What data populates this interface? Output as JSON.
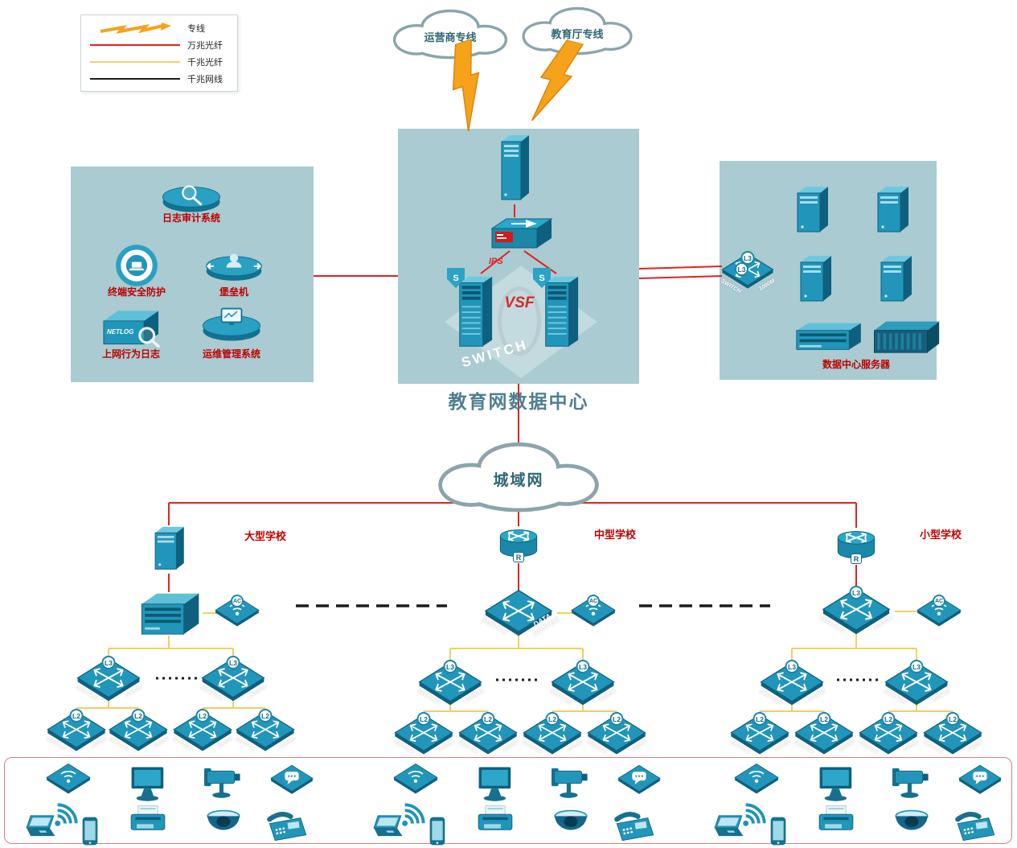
{
  "legend": {
    "items": [
      {
        "label": "专线",
        "type": "lightning",
        "color": "#f6a21b"
      },
      {
        "label": "万兆光纤",
        "type": "line",
        "color": "#e32222"
      },
      {
        "label": "千兆光纤",
        "type": "line",
        "color": "#f2cf63"
      },
      {
        "label": "千兆网线",
        "type": "line",
        "color": "#1c1c1c"
      }
    ]
  },
  "clouds": {
    "carrier": "运营商专线",
    "education": "教育厅专线",
    "man": "城域网"
  },
  "datacenter": {
    "title": "教育网数据中心",
    "ips": "IPS",
    "vsf": "VSF",
    "watermark": "SWITCH",
    "shield": "S"
  },
  "security_panel": {
    "items": [
      {
        "label": "日志审计系统"
      },
      {
        "label": "终端安全防护"
      },
      {
        "label": "堡垒机"
      },
      {
        "label": "上网行为日志",
        "device_text": "NETLOG"
      },
      {
        "label": "运维管理系统"
      }
    ]
  },
  "server_panel": {
    "title": "数据中心服务器"
  },
  "schools": {
    "large": "大型学校",
    "medium": "中型学校",
    "small": "小型学校"
  },
  "labels": {
    "switch": "SWITCH",
    "speed": "1000M",
    "l3": "L3",
    "l2": "L2",
    "ac": "AC",
    "r": "R",
    "data": "DATA",
    "center": "CENTER"
  }
}
